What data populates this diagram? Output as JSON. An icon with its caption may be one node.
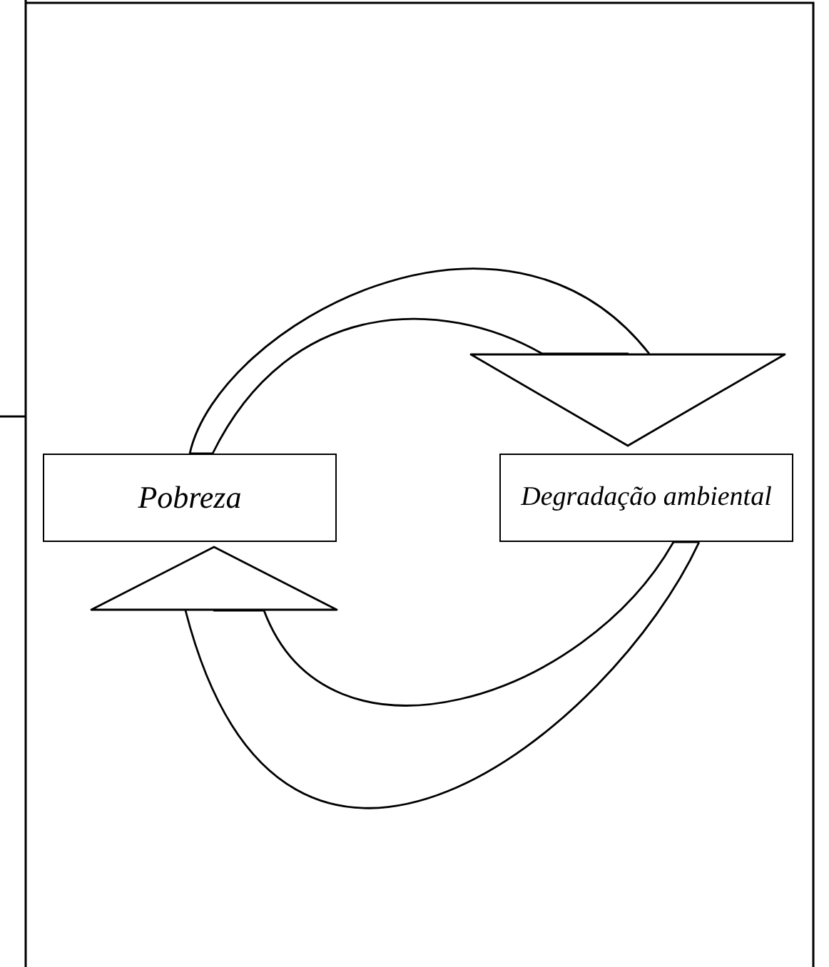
{
  "diagram": {
    "nodes": [
      {
        "text": [
          "Pobreza"
        ]
      },
      {
        "text": [
          "Degradação ambiental"
        ]
      }
    ],
    "edges": [
      {
        "from": 0,
        "to": 1,
        "arrow": "to"
      },
      {
        "from": 1,
        "to": 0,
        "arrow": "to"
      }
    ]
  }
}
